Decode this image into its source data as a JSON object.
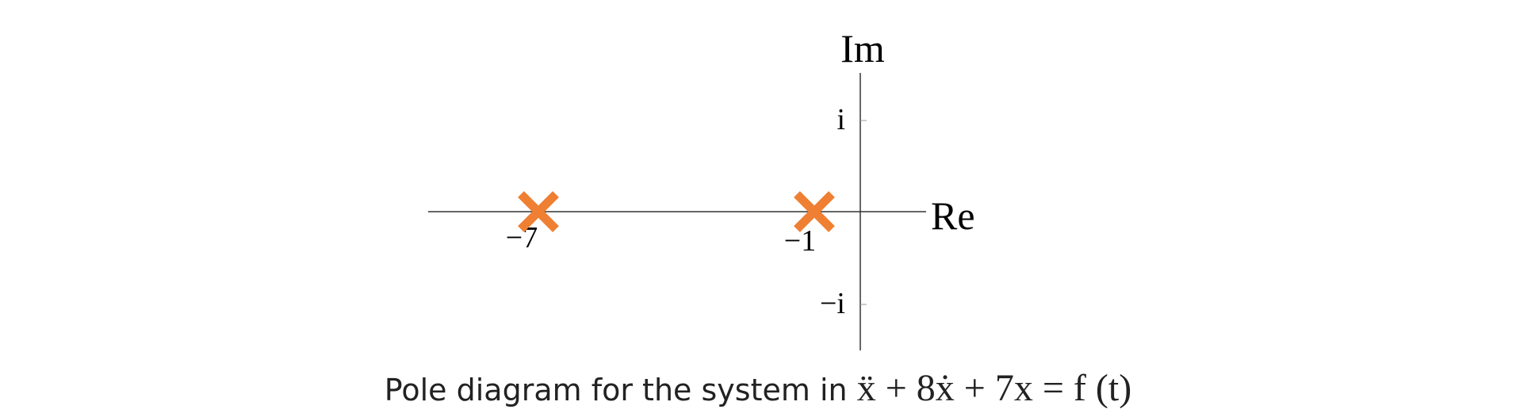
{
  "axes": {
    "real_label": "Re",
    "imag_label": "Im"
  },
  "ticks": {
    "real": [
      {
        "value": -7,
        "label": "−7"
      },
      {
        "value": -1,
        "label": "−1"
      }
    ],
    "imag": [
      {
        "value": 1,
        "label": "i"
      },
      {
        "value": -1,
        "label": "−i"
      }
    ]
  },
  "poles": [
    {
      "re": -7,
      "im": 0
    },
    {
      "re": -1,
      "im": 0
    }
  ],
  "colors": {
    "pole": "#ef7f32",
    "axis": "#333333"
  },
  "caption": {
    "text": "Pole diagram for the system in",
    "equation": "ẍ + 8ẋ + 7x = f (t)"
  }
}
